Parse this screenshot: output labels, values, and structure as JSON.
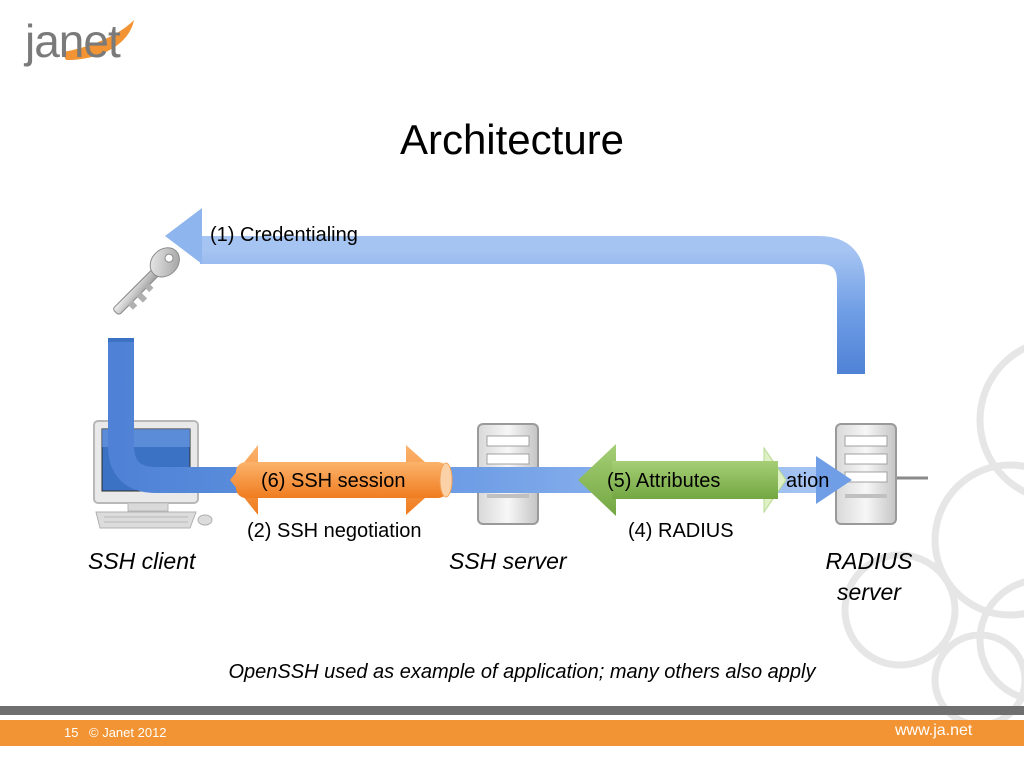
{
  "slide": {
    "logo_text": "janet",
    "title": "Architecture",
    "note": "OpenSSH used as example of application; many others also apply"
  },
  "nodes": {
    "ssh_client": "SSH client",
    "ssh_server": "SSH server",
    "radius_server_line1": "RADIUS",
    "radius_server_line2": "server"
  },
  "flows": {
    "credentialing": "(1) Credentialing",
    "ssh_negotiation": "(2) SSH negotiation",
    "partial_label": "ation",
    "radius": "(4) RADIUS",
    "attributes": "(5) Attributes",
    "ssh_session": "(6) SSH session"
  },
  "footer": {
    "page_number": "15",
    "copyright": "© Janet 2012",
    "url": "www.ja.net"
  },
  "colors": {
    "flow_blue": "#6f9ee6",
    "session_orange": "#f5903a",
    "attributes_green": "#88b657",
    "footer_orange": "#f29433",
    "footer_gray": "#6f6f6f"
  }
}
